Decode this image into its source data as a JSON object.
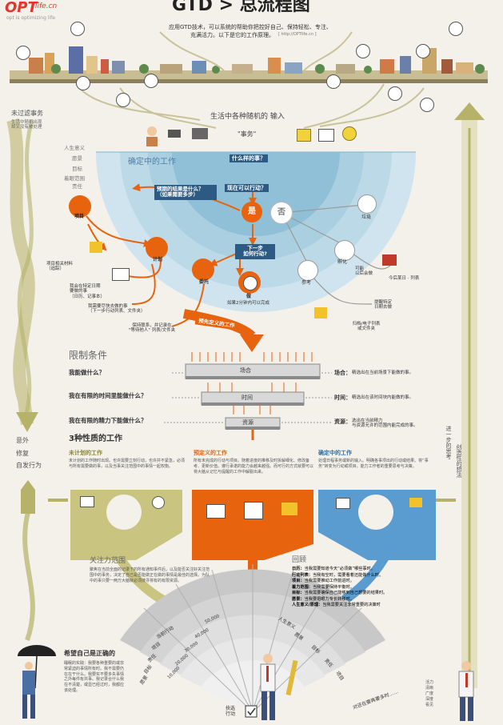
{
  "header": {
    "logo_brand": "OPT",
    "logo_suffix": "life.cn",
    "logo_tagline": "opt is optimizing life",
    "title": "GTD > 总流程图",
    "intro_line1": "应用GTD技术，可以系统的帮助你把控好自己、保持轻松、专注、",
    "intro_line2": "充满活力。以下是它的工作原理。",
    "intro_url": "[ http://OPTlife.cn ]"
  },
  "left_column": {
    "top_label": "未过滤事务",
    "top_note": "生活中随机出现\n却又没有被处理",
    "bottom_lines": [
      "意外",
      "修复",
      "自发行为"
    ]
  },
  "right_column": {
    "vertical_1": "进一步的思考",
    "vertical_2": "创造性的想法"
  },
  "inputs": {
    "title": "生活中各种随机的 输入",
    "stuff": "\"事务\""
  },
  "life_levels": [
    "人生意义",
    "愿景",
    "目标",
    "着眼范围",
    "责任"
  ],
  "clarify": {
    "section_title": "确定中的工作",
    "question_what": "什么样的事？",
    "question_actionable": "现在可以行动？",
    "yes": "是",
    "no": "否",
    "desired_outcome": "预期的结果是什么？\n（如果需要多步）",
    "next_action": "下一步\n如何行动?",
    "trash": "垃圾",
    "incubate": "孵化",
    "reference": "参考",
    "someday": "可能\n以后会做",
    "list_item": "今后某日 · 列表",
    "tickler": "提醒特定\n日期去做",
    "archive": "归档/电子列表\n或文件夹",
    "project": "项目",
    "project_support": "项目相关材料\n（追踪）",
    "plans": "计划",
    "delegate": "委托",
    "do": "做",
    "two_min": "如果2分钟内可以完成",
    "calendar": "我会在特定日期\n要做的事\n（日历、记事本）",
    "asap": "我需要尽快去做的事\n（下一步行动列表、文件夹）",
    "waiting": "保持联系，并记录在\n\"等待他人\" 列表/文件夹",
    "predefined_banner": "预先定义的工作"
  },
  "constraints": {
    "section_title": "限制条件",
    "q_context": "我能做什么？",
    "q_time": "我在有限的时间里能做什么？",
    "q_energy": "我在有限的精力下能做什么？",
    "bar_context": "场合",
    "bar_time": "时间",
    "bar_energy": "资源",
    "note_context_label": "场合：",
    "note_context": "精选出在当前场景下能做的事。",
    "note_time_label": "时间：",
    "note_time": "精选出在该时间块内能做的事。",
    "note_energy_label": "资源：",
    "note_energy": "选出在当前精力\n与资源允许的范围内能完成的事。"
  },
  "work_types": {
    "title": "3种性质的工作",
    "unplanned_title": "未计划的工作",
    "unplanned_body": "未计划的工作随时出现。也许需要立刻行动，也许并不紧急，必须与所有需要做的事，以及当事关注范围中的事情一起权衡。",
    "predefined_title": "预定义的工作",
    "predefined_body": "所有未完成的行动与项目。随着进度的推移及时拆解细化、修改备考、更新价值。遵行承诺的能力会越来越强。而可行的方式就要可以将大脑从记忆与提醒的工作中解脱出来。",
    "defining_title": "确定中的工作",
    "defining_body": "处理日程事务或新的输入。明确各事项出的行动或结果。将“事务”转变为行动或项目。能力工作者的重要思考与决策。"
  },
  "review": {
    "focus_title": "关注力范围",
    "focus_body": "聚焦在当前全面的记录下的所有通知事件后，以及能否关注好关注范围中的事务，决定了自己是否能做正在做的事情是最佳的选择。为队中的事只要一两万大脑就必须搜寻将有的有限资源。",
    "review_title": "回顾",
    "review_items": [
      {
        "label": "日历：",
        "text": "当我需要知道今天“必须做”哪些事时。"
      },
      {
        "label": "行动列表：",
        "text": "当我有空时，需要看着还能做什么时。"
      },
      {
        "label": "项目：",
        "text": "当我需要推动工作前进时。"
      },
      {
        "label": "着力范围：",
        "text": "当我需要保持平衡时。"
      },
      {
        "label": "目标：",
        "text": "当我需要确保自己能够到自己想要的结果时。"
      },
      {
        "label": "愿景：",
        "text": "当我要把眼力专长转移时。"
      },
      {
        "label": "人生意义/原理：",
        "text": "当我需要关注非常重要的决策时"
      }
    ]
  },
  "fan": {
    "left_labels": [
      "当前行动",
      "项目",
      "责任",
      "目标",
      "愿景"
    ],
    "right_labels": [
      "人生意义",
      "愿景",
      "目标",
      "责任",
      "项目"
    ],
    "altitudes": [
      "50,000",
      "40,000",
      "30,000",
      "20,000",
      "10,000"
    ],
    "choose_action": "抉选\n行动"
  },
  "bottom": {
    "hope_title": "希望自己是正确的",
    "hope_body": "睡眠的实践：我要各种重要的或非常紧迫的事情所有时。我不需要仍在在干什么。我要实不要多失事情之外每件有共事。我记录合什么我在不清楚，或显已经过时，我都应该处理。",
    "review_prompt": "对还在要再要多时……",
    "energy_labels": [
      "活力",
      "清晰",
      "广度",
      "深度",
      "看见"
    ]
  },
  "colors": {
    "orange": "#e8630e",
    "blue": "#4d93c9",
    "olive": "#b6b26a",
    "cream": "#f3f1ea",
    "sky": "#7fb6d4"
  }
}
